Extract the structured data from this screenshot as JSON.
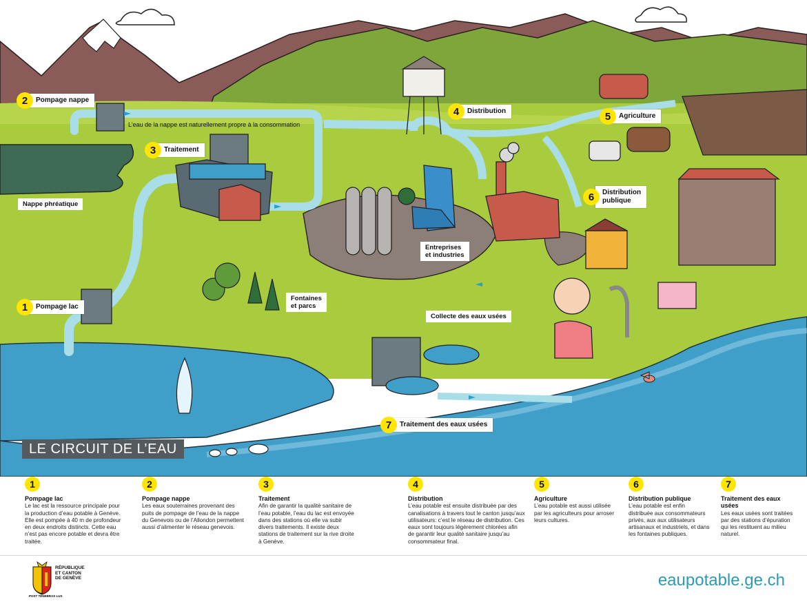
{
  "title": "LE CIRCUIT DE L’EAU",
  "labels": {
    "l1": {
      "num": "1",
      "text": "Pompage lac"
    },
    "l2": {
      "num": "2",
      "text": "Pompage nappe"
    },
    "l3": {
      "num": "3",
      "text": "Traitement"
    },
    "l4": {
      "num": "4",
      "text": "Distribution"
    },
    "l5": {
      "num": "5",
      "text": "Agriculture"
    },
    "l6": {
      "num": "6",
      "line1": "Distribution",
      "line2": "publique"
    },
    "l7": {
      "num": "7",
      "text": "Traitement des eaux usées"
    }
  },
  "plain_labels": {
    "nappe": "Nappe phréatique",
    "industries_1": "Entreprises",
    "industries_2": "et industries",
    "fontaines_1": "Fontaines",
    "fontaines_2": "et parcs",
    "collecte": "Collecte des eaux usées"
  },
  "note_nappe": "L’eau de la nappe est naturellement propre à la consommation",
  "legend": [
    {
      "num": "1",
      "heading": "Pompage lac",
      "text": "Le lac est la ressource principale pour la production d’eau potable à Genève. Elle est pompée à 40 m de profondeur en deux endroits distincts. Cette eau n’est pas encore potable et devra être traitée."
    },
    {
      "num": "2",
      "heading": "Pompage nappe",
      "text": "Les eaux souterraines provenant des puits de pompage de l’eau de la nappe du Genevois ou de l’Allondon permettent aussi d’alimenter le réseau genevois."
    },
    {
      "num": "3",
      "heading": "Traitement",
      "text": "Afin de garantir la qualité sanitaire de l’eau potable, l’eau du lac est envoyée dans des stations où elle va subir divers traitements. Il existe deux stations de traitement sur la rive droite à Genève."
    },
    {
      "num": "4",
      "heading": "Distribution",
      "text": "L’eau potable est ensuite distribuée par des canalisations à travers tout le canton jusqu’aux utilisateurs: c’est le réseau de distribution. Ces eaux sont toujours légèrement chlorées afin de garantir leur qualité sanitaire jusqu’au consommateur final."
    },
    {
      "num": "5",
      "heading": "Agriculture",
      "text": "L’eau potable est aussi utilisée par les agriculteurs pour arroser leurs cultures."
    },
    {
      "num": "6",
      "heading": "Distribution publique",
      "text": "L’eau potable est enfin distribuée aux consommateurs privés, aux aux utilisateurs artisanaux et industriels, et dans les fontaines publiques."
    },
    {
      "num": "7",
      "heading": "Traitement des eaux usées",
      "text": "Les eaux usées sont traitées par des stations d’épuration qui les restituent au milieu naturel."
    }
  ],
  "footer": {
    "org_line1": "RÉPUBLIQUE",
    "org_line2": "ET CANTON",
    "org_line3": "DE GENÈVE",
    "motto": "POST TENEBRAS LUX",
    "website": "eaupotable.ge.ch"
  },
  "colors": {
    "accent_yellow": "#ffe500",
    "water": "#3f9fc8",
    "pipe": "#a9dde7",
    "grass": "#a9cc3f",
    "sky": "#ffffff",
    "website": "#2a9bb3"
  }
}
